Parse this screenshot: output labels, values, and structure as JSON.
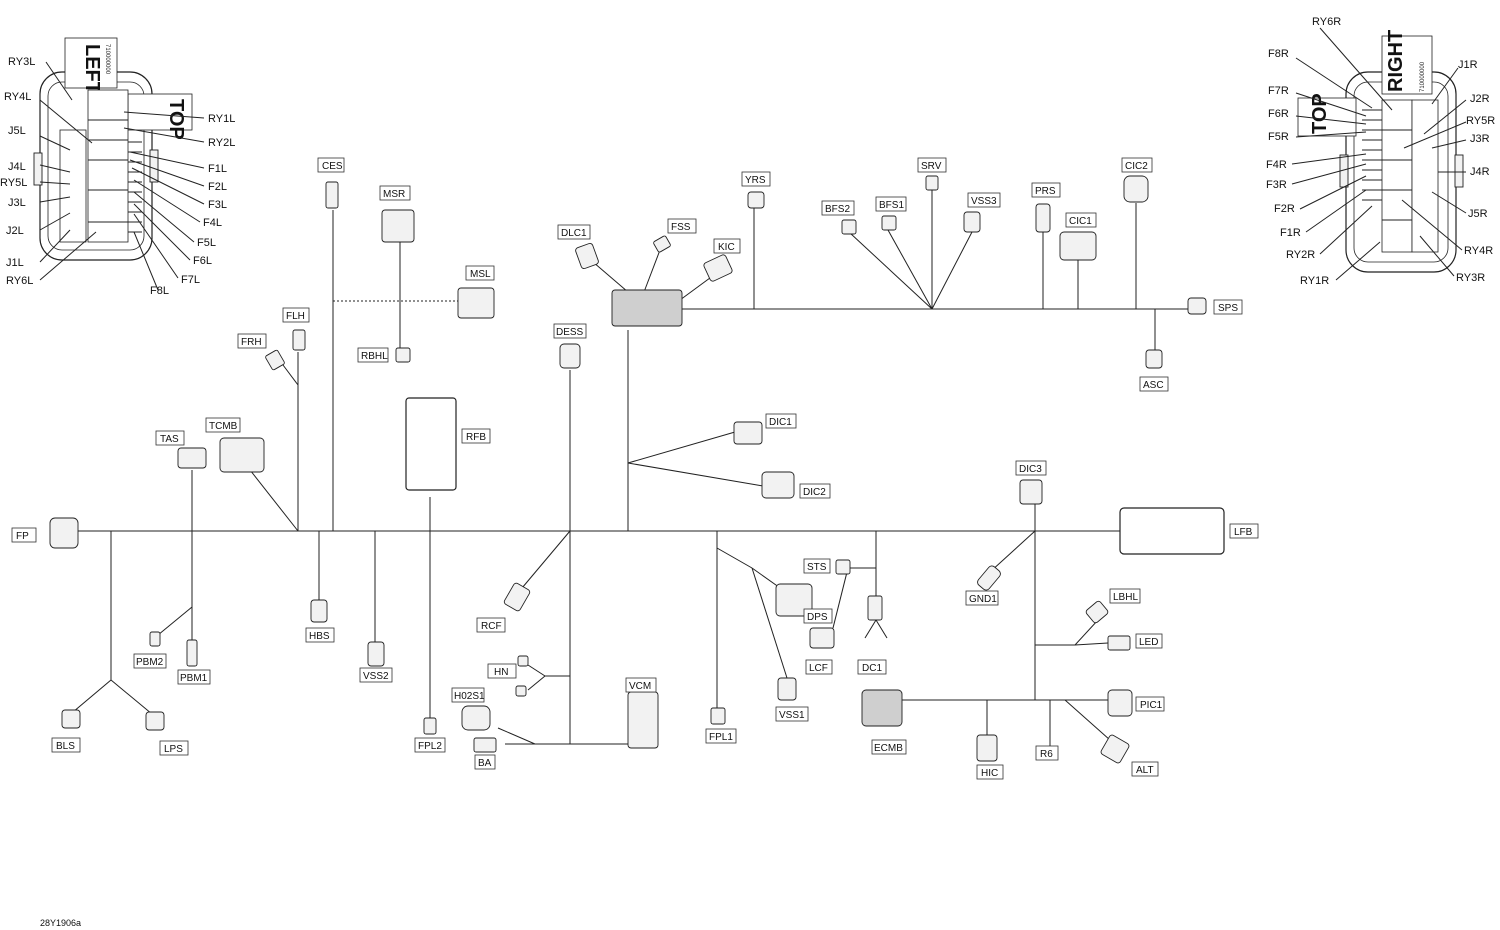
{
  "figure_id": "28Y1906a",
  "left_box": {
    "banner": "LEFT",
    "banner_code": "710000000",
    "top_tag": "TOP",
    "labels": [
      "RY3L",
      "RY4L",
      "J5L",
      "J4L",
      "RY5L",
      "J3L",
      "J2L",
      "J1L",
      "RY6L",
      "RY1L",
      "RY2L",
      "F1L",
      "F2L",
      "F3L",
      "F4L",
      "F5L",
      "F6L",
      "F7L",
      "F8L"
    ]
  },
  "right_box": {
    "banner": "RIGHT",
    "banner_code": "710000000",
    "top_tag": "TOP",
    "labels": [
      "RY6R",
      "F8R",
      "F7R",
      "F6R",
      "F5R",
      "F4R",
      "F3R",
      "F2R",
      "F1R",
      "RY2R",
      "RY1R",
      "J1R",
      "J2R",
      "RY5R",
      "J3R",
      "J4R",
      "J5R",
      "RY4R",
      "RY3R"
    ]
  },
  "connectors": [
    "CES",
    "MSR",
    "MSL",
    "RBHL",
    "FLH",
    "FRH",
    "TAS",
    "TCMB",
    "RFB",
    "DESS",
    "DLC1",
    "FSS",
    "KIC",
    "YRS",
    "BFS2",
    "BFS1",
    "SRV",
    "VSS3",
    "PRS",
    "CIC1",
    "CIC2",
    "SPS",
    "ASC",
    "DIC1",
    "DIC2",
    "DIC3",
    "FP",
    "LFB",
    "HBS",
    "VSS2",
    "PBM2",
    "PBM1",
    "BLS",
    "LPS",
    "FPL2",
    "RCF",
    "HN",
    "H02S1",
    "BA",
    "VCM",
    "FPL1",
    "STS",
    "DPS",
    "LCF",
    "DC1",
    "VSS1",
    "GND1",
    "LBHL",
    "LED",
    "PIC1",
    "ALT",
    "ECMB",
    "HIC",
    "R6"
  ]
}
